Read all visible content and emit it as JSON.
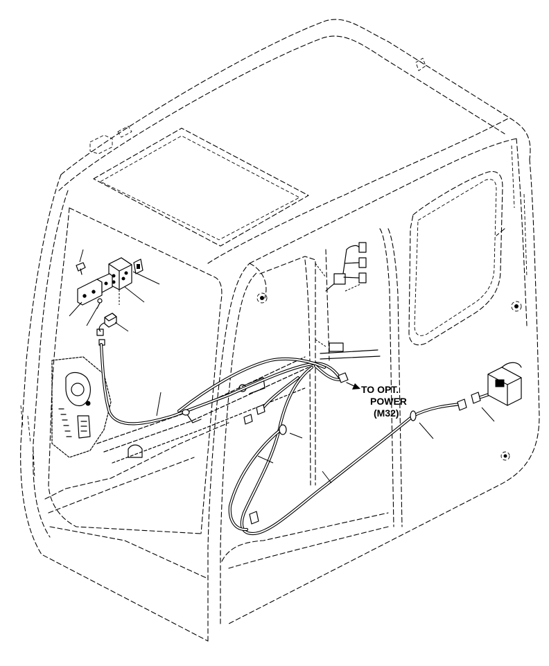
{
  "callout": {
    "line1": "TO OPT.",
    "line2": "POWER",
    "line3": "(M32)"
  }
}
